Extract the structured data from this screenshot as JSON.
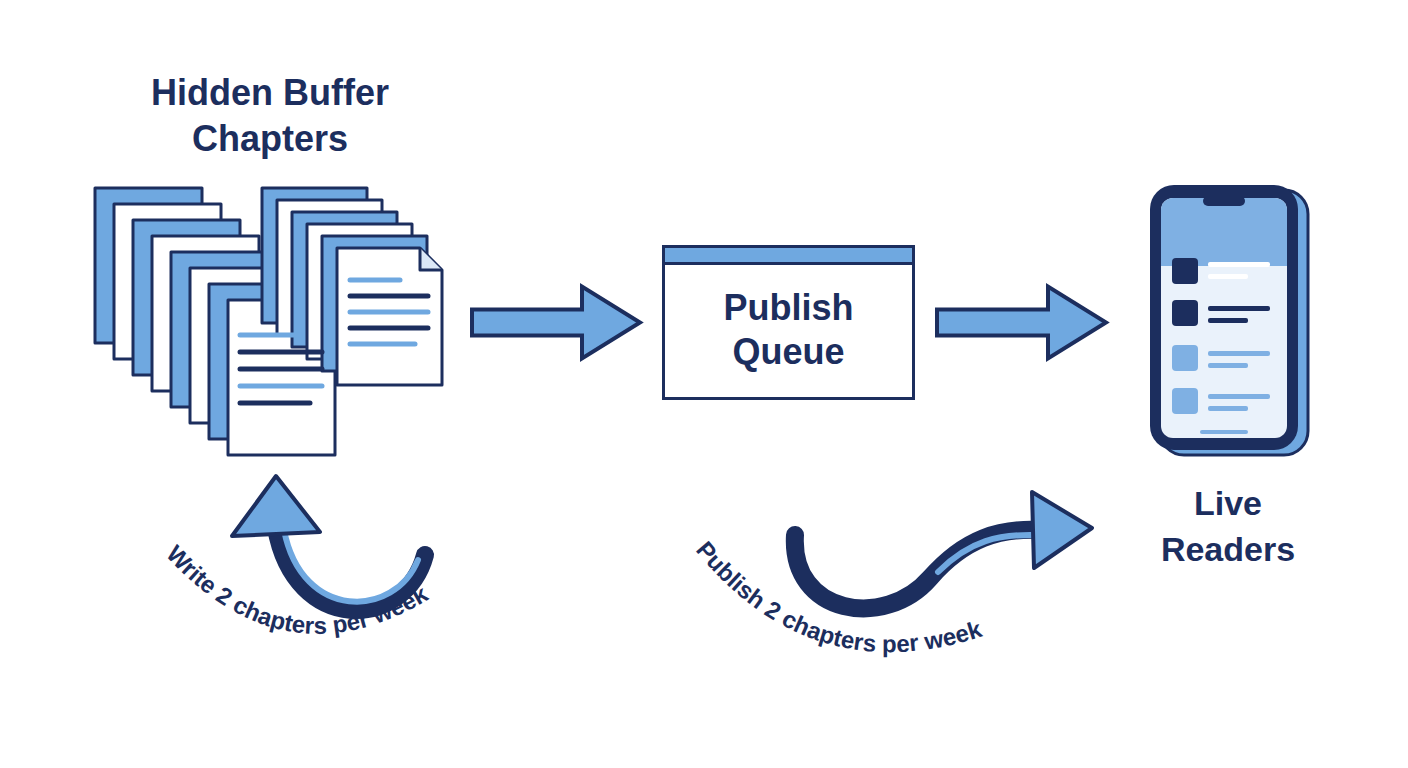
{
  "diagram": {
    "nodes": [
      {
        "text": [
          "Hidden Buffer Chapters"
        ]
      },
      {
        "text": [
          "Publish Queue"
        ]
      },
      {
        "text": [
          "Live Readers"
        ]
      }
    ],
    "edges": [
      {
        "from": 0,
        "to": 1,
        "arrow": "to"
      },
      {
        "from": 1,
        "to": 2,
        "arrow": "to"
      }
    ],
    "labels": [
      "Write 2 chapters per week",
      "Publish 2 chapters per week"
    ]
  }
}
